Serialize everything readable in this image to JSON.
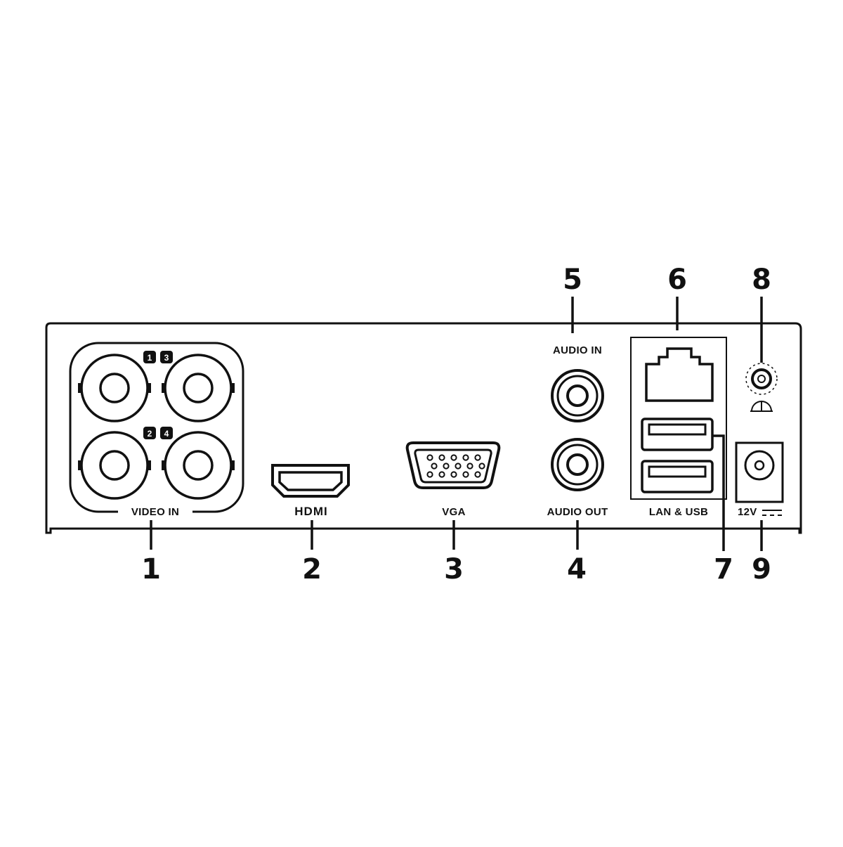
{
  "panel": {
    "port_labels": {
      "video_in": "VIDEO IN",
      "hdmi": "HDMI",
      "vga": "VGA",
      "audio_in": "AUDIO IN",
      "audio_out": "AUDIO OUT",
      "lan_usb": "LAN & USB",
      "power": "12V"
    },
    "channel_numbers": [
      "1",
      "3",
      "2",
      "4"
    ]
  },
  "callouts": [
    "1",
    "2",
    "3",
    "4",
    "5",
    "6",
    "7",
    "8",
    "9"
  ],
  "colors": {
    "line": "#111111",
    "background": "#ffffff"
  }
}
